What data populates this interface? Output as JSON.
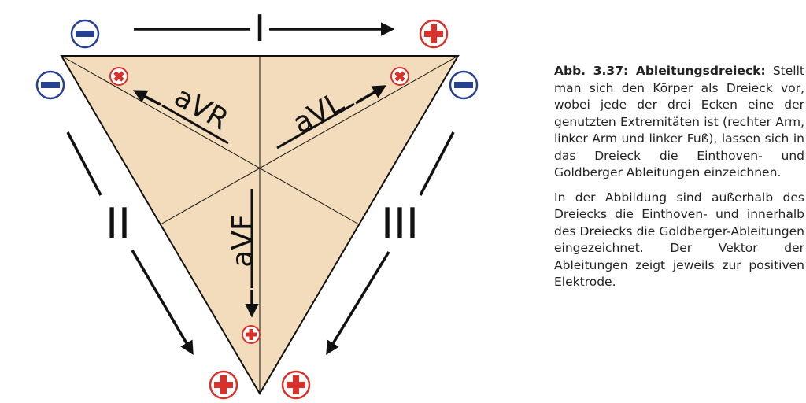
{
  "diagram": {
    "leads": {
      "lead_1": "I",
      "lead_2": "II",
      "lead_3": "III",
      "avr": "aVR",
      "avl": "aVL",
      "avf": "aVF"
    },
    "colors": {
      "triangle_fill": "#f2dcbb",
      "positive": "#d8312b",
      "negative": "#26418f",
      "line": "#111111"
    },
    "electrode_icons": {
      "positive": "plus-electrode-icon",
      "negative": "minus-electrode-icon"
    }
  },
  "caption": {
    "heading": "Abb. 3.37: Ableitungsdreieck:",
    "paragraph1": "Stellt man sich den Körper als Drei­eck vor, wobei jede der drei Ecken eine der genutzten Extremitäten ist (rechter Arm, linker Arm und linker Fuß), lassen sich in das Dreieck die Einthoven- und Goldberger Ab­leitungen einzeichnen.",
    "paragraph2": "In der Abbildung sind außerhalb des Dreiecks die Einthoven- und inner­halb des Dreiecks die Goldberger-Ab­leitungen eingezeichnet. Der Vektor der Ableitungen zeigt jeweils zur positiven Elektrode."
  }
}
